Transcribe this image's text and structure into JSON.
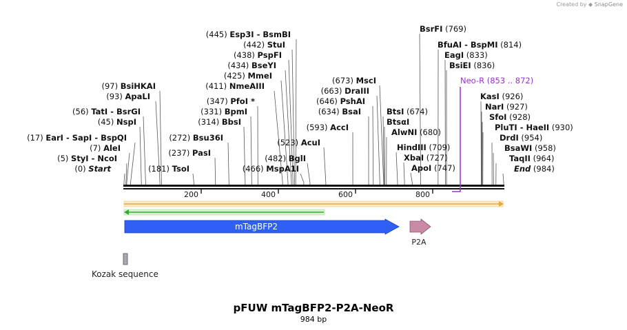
{
  "credit": {
    "prefix": "Created by",
    "brand": "SnapGene"
  },
  "title": "pFUW mTagBFP2-P2A-NeoR",
  "length_label": "984 bp",
  "colors": {
    "mtagbfp2": "#2f5ff5",
    "p2a": "#c98aa6",
    "neo_r": "#9a30d0",
    "kozak": "#a8a8b4",
    "orf_yellow": "#e8a640",
    "orf_green": "#3aa830"
  },
  "ruler": {
    "ticks": [
      {
        "pos": 200,
        "label": "200"
      },
      {
        "pos": 400,
        "label": "400"
      },
      {
        "pos": 600,
        "label": "600"
      },
      {
        "pos": 800,
        "label": "800"
      }
    ]
  },
  "sites": [
    {
      "pos": "(0)",
      "names": [
        "Start"
      ],
      "italic": true,
      "base": 0
    },
    {
      "pos": "(5)",
      "names": [
        "StyI",
        "NcoI"
      ],
      "base": 5
    },
    {
      "pos": "(7)",
      "names": [
        "AleI"
      ],
      "base": 7
    },
    {
      "pos": "(17)",
      "names": [
        "EarI",
        "SapI",
        "BspQI"
      ],
      "base": 17
    },
    {
      "pos": "(45)",
      "names": [
        "NspI"
      ],
      "base": 45
    },
    {
      "pos": "(56)",
      "names": [
        "TatI",
        "BsrGI"
      ],
      "base": 56
    },
    {
      "pos": "(93)",
      "names": [
        "ApaLI"
      ],
      "base": 93
    },
    {
      "pos": "(97)",
      "names": [
        "BsiHKAI"
      ],
      "base": 97
    },
    {
      "pos": "(181)",
      "names": [
        "TsoI"
      ],
      "base": 181
    },
    {
      "pos": "(237)",
      "names": [
        "PasI"
      ],
      "base": 237
    },
    {
      "pos": "(272)",
      "names": [
        "Bsu36I"
      ],
      "base": 272
    },
    {
      "pos": "(314)",
      "names": [
        "BbsI"
      ],
      "base": 314
    },
    {
      "pos": "(331)",
      "names": [
        "BpmI"
      ],
      "base": 331
    },
    {
      "pos": "(347)",
      "names": [
        "PfoI *"
      ],
      "base": 347
    },
    {
      "pos": "(411)",
      "names": [
        "NmeAIII"
      ],
      "base": 411
    },
    {
      "pos": "(425)",
      "names": [
        "MmeI"
      ],
      "base": 425
    },
    {
      "pos": "(434)",
      "names": [
        "BseYI"
      ],
      "base": 434
    },
    {
      "pos": "(438)",
      "names": [
        "PspFI"
      ],
      "base": 438
    },
    {
      "pos": "(442)",
      "names": [
        "StuI"
      ],
      "base": 442
    },
    {
      "pos": "(445)",
      "names": [
        "Esp3I",
        "BsmBI"
      ],
      "base": 445
    },
    {
      "pos": "(466)",
      "names": [
        "MspA1I"
      ],
      "base": 466
    },
    {
      "pos": "(482)",
      "names": [
        "BglI"
      ],
      "base": 482
    },
    {
      "pos": "(523)",
      "names": [
        "AcuI"
      ],
      "base": 523
    },
    {
      "pos": "(593)",
      "names": [
        "AccI"
      ],
      "base": 593
    },
    {
      "pos": "(634)",
      "names": [
        "BsaI"
      ],
      "base": 634
    },
    {
      "pos": "(646)",
      "names": [
        "PshAI"
      ],
      "base": 646
    },
    {
      "pos": "(663)",
      "names": [
        "DraIII"
      ],
      "base": 663
    },
    {
      "pos": "(673)",
      "names": [
        "MscI"
      ],
      "base": 673
    },
    {
      "pos": "(674)",
      "names": [
        "BtsI"
      ],
      "base": 674
    },
    {
      "pos": "",
      "names": [
        "BtsαI"
      ],
      "base": 676
    },
    {
      "pos": "(680)",
      "names": [
        "AlwNI"
      ],
      "base": 680
    },
    {
      "pos": "(709)",
      "names": [
        "HindIII"
      ],
      "base": 709
    },
    {
      "pos": "(727)",
      "names": [
        "XbaI"
      ],
      "base": 727
    },
    {
      "pos": "(747)",
      "names": [
        "ApoI"
      ],
      "base": 747
    },
    {
      "pos": "(769)",
      "names": [
        "BsrFI"
      ],
      "base": 769
    },
    {
      "pos": "(814)",
      "names": [
        "BfuAI",
        "BspMI"
      ],
      "base": 814
    },
    {
      "pos": "(833)",
      "names": [
        "EagI"
      ],
      "base": 833
    },
    {
      "pos": "(836)",
      "names": [
        "BsiEI"
      ],
      "base": 836
    },
    {
      "pos": "(926)",
      "names": [
        "KasI"
      ],
      "base": 926
    },
    {
      "pos": "(927)",
      "names": [
        "NarI"
      ],
      "base": 927
    },
    {
      "pos": "(928)",
      "names": [
        "SfoI"
      ],
      "base": 928
    },
    {
      "pos": "(930)",
      "names": [
        "PluTI",
        "HaeII"
      ],
      "base": 930
    },
    {
      "pos": "(954)",
      "names": [
        "DrdI"
      ],
      "base": 954
    },
    {
      "pos": "(958)",
      "names": [
        "BsaWI"
      ],
      "base": 958
    },
    {
      "pos": "(964)",
      "names": [
        "TaqII"
      ],
      "base": 964
    },
    {
      "pos": "(984)",
      "names": [
        "End"
      ],
      "italic": true,
      "base": 984
    }
  ],
  "primer": {
    "name": "Neo-R",
    "range": "(853 .. 872)"
  },
  "features": {
    "mtagbfp2": "mTagBFP2",
    "p2a": "P2A",
    "kozak": "Kozak sequence"
  }
}
